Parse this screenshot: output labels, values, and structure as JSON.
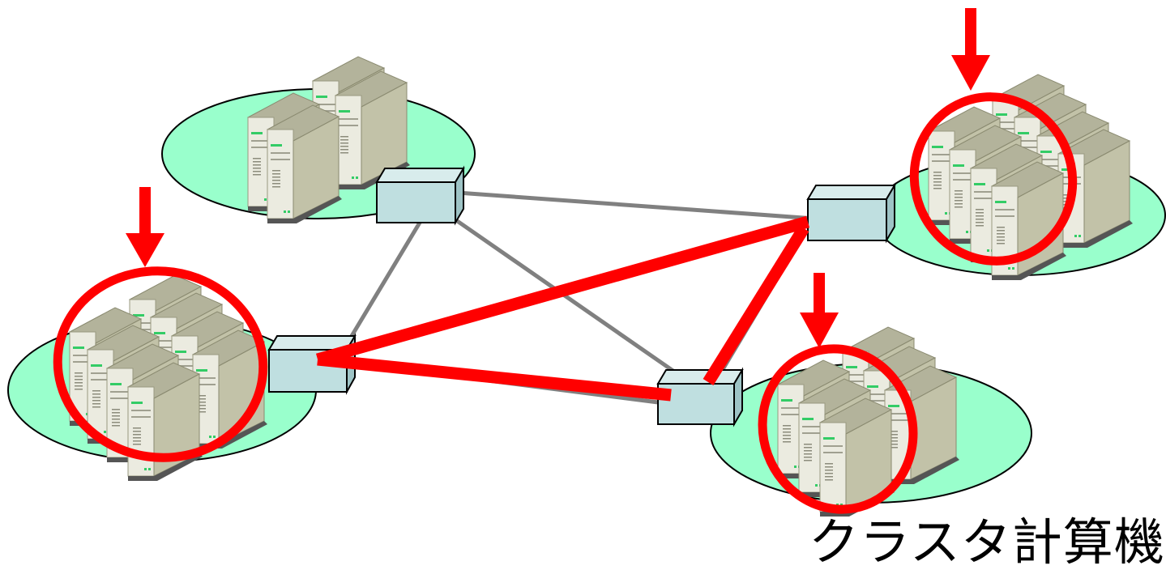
{
  "caption": "クラスタ計算機",
  "colors": {
    "background": "#ffffff",
    "site_ellipse_fill": "#99ffcc",
    "switch_fill": "#bfdfe0",
    "link_gray": "#808080",
    "highlight_red": "#ff0000",
    "server_case_light": "#ebebe0",
    "server_case_side": "#c2c2a8",
    "server_top": "#b3b39b"
  },
  "icons": {
    "server": "server-tower-icon",
    "switch": "network-switch-icon",
    "marker": "down-arrow-icon"
  },
  "sites": [
    {
      "id": "top-left",
      "server_count": 4,
      "highlighted": false
    },
    {
      "id": "left",
      "server_count": 8,
      "highlighted": true
    },
    {
      "id": "bottom-right",
      "server_count": 6,
      "highlighted": true
    },
    {
      "id": "top-right",
      "server_count": 8,
      "highlighted": true
    }
  ],
  "links": [
    {
      "from": "top-left",
      "to": "top-right",
      "style": "gray"
    },
    {
      "from": "top-left",
      "to": "left",
      "style": "gray"
    },
    {
      "from": "top-left",
      "to": "bottom-right",
      "style": "gray"
    },
    {
      "from": "top-right",
      "to": "bottom-right",
      "style": "gray"
    },
    {
      "from": "left",
      "to": "bottom-right",
      "style": "gray"
    },
    {
      "from": "left",
      "to": "top-right",
      "style": "red"
    },
    {
      "from": "left",
      "to": "bottom-right",
      "style": "red"
    },
    {
      "from": "top-right",
      "to": "bottom-right",
      "style": "red"
    }
  ]
}
